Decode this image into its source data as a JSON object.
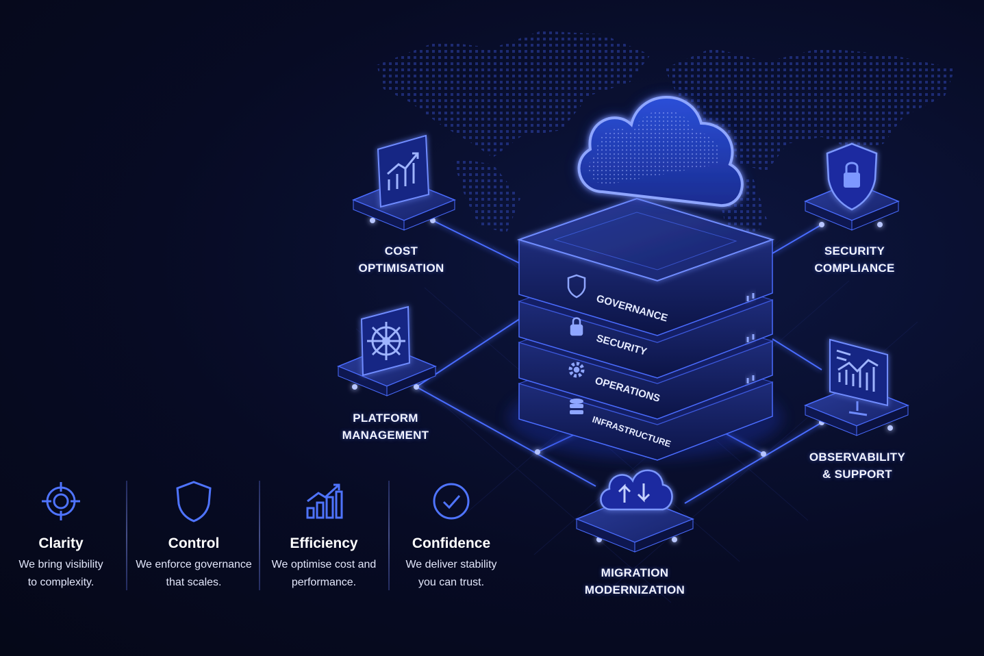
{
  "nodes": {
    "cost": {
      "line1": "COST",
      "line2": "OPTIMISATION"
    },
    "security_compliance": {
      "line1": "SECURITY",
      "line2": "COMPLIANCE"
    },
    "platform": {
      "line1": "PLATFORM",
      "line2": "MANAGEMENT"
    },
    "observability": {
      "line1": "OBSERVABILITY",
      "line2": "& SUPPORT"
    },
    "migration": {
      "line1": "MIGRATION",
      "line2": "MODERNIZATION"
    }
  },
  "stack_layers": [
    "GOVERNANCE",
    "SECURITY",
    "OPERATIONS",
    "INFRASTRUCTURE"
  ],
  "pillars": [
    {
      "icon": "target-icon",
      "title": "Clarity",
      "text": "We bring visibility\nto complexity."
    },
    {
      "icon": "shield-icon",
      "title": "Control",
      "text": "We enforce governance\nthat scales."
    },
    {
      "icon": "growth-chart-icon",
      "title": "Efficiency",
      "text": "We optimise cost and\nperformance."
    },
    {
      "icon": "check-circle-icon",
      "title": "Confidence",
      "text": "We deliver stability\nyou can trust."
    }
  ],
  "colors": {
    "background": "#070b24",
    "accent": "#3d63ff",
    "glow": "#6f8cff",
    "panel_top": "#1b2a78",
    "panel_side": "#101a4f",
    "line": "#4a6cff"
  }
}
